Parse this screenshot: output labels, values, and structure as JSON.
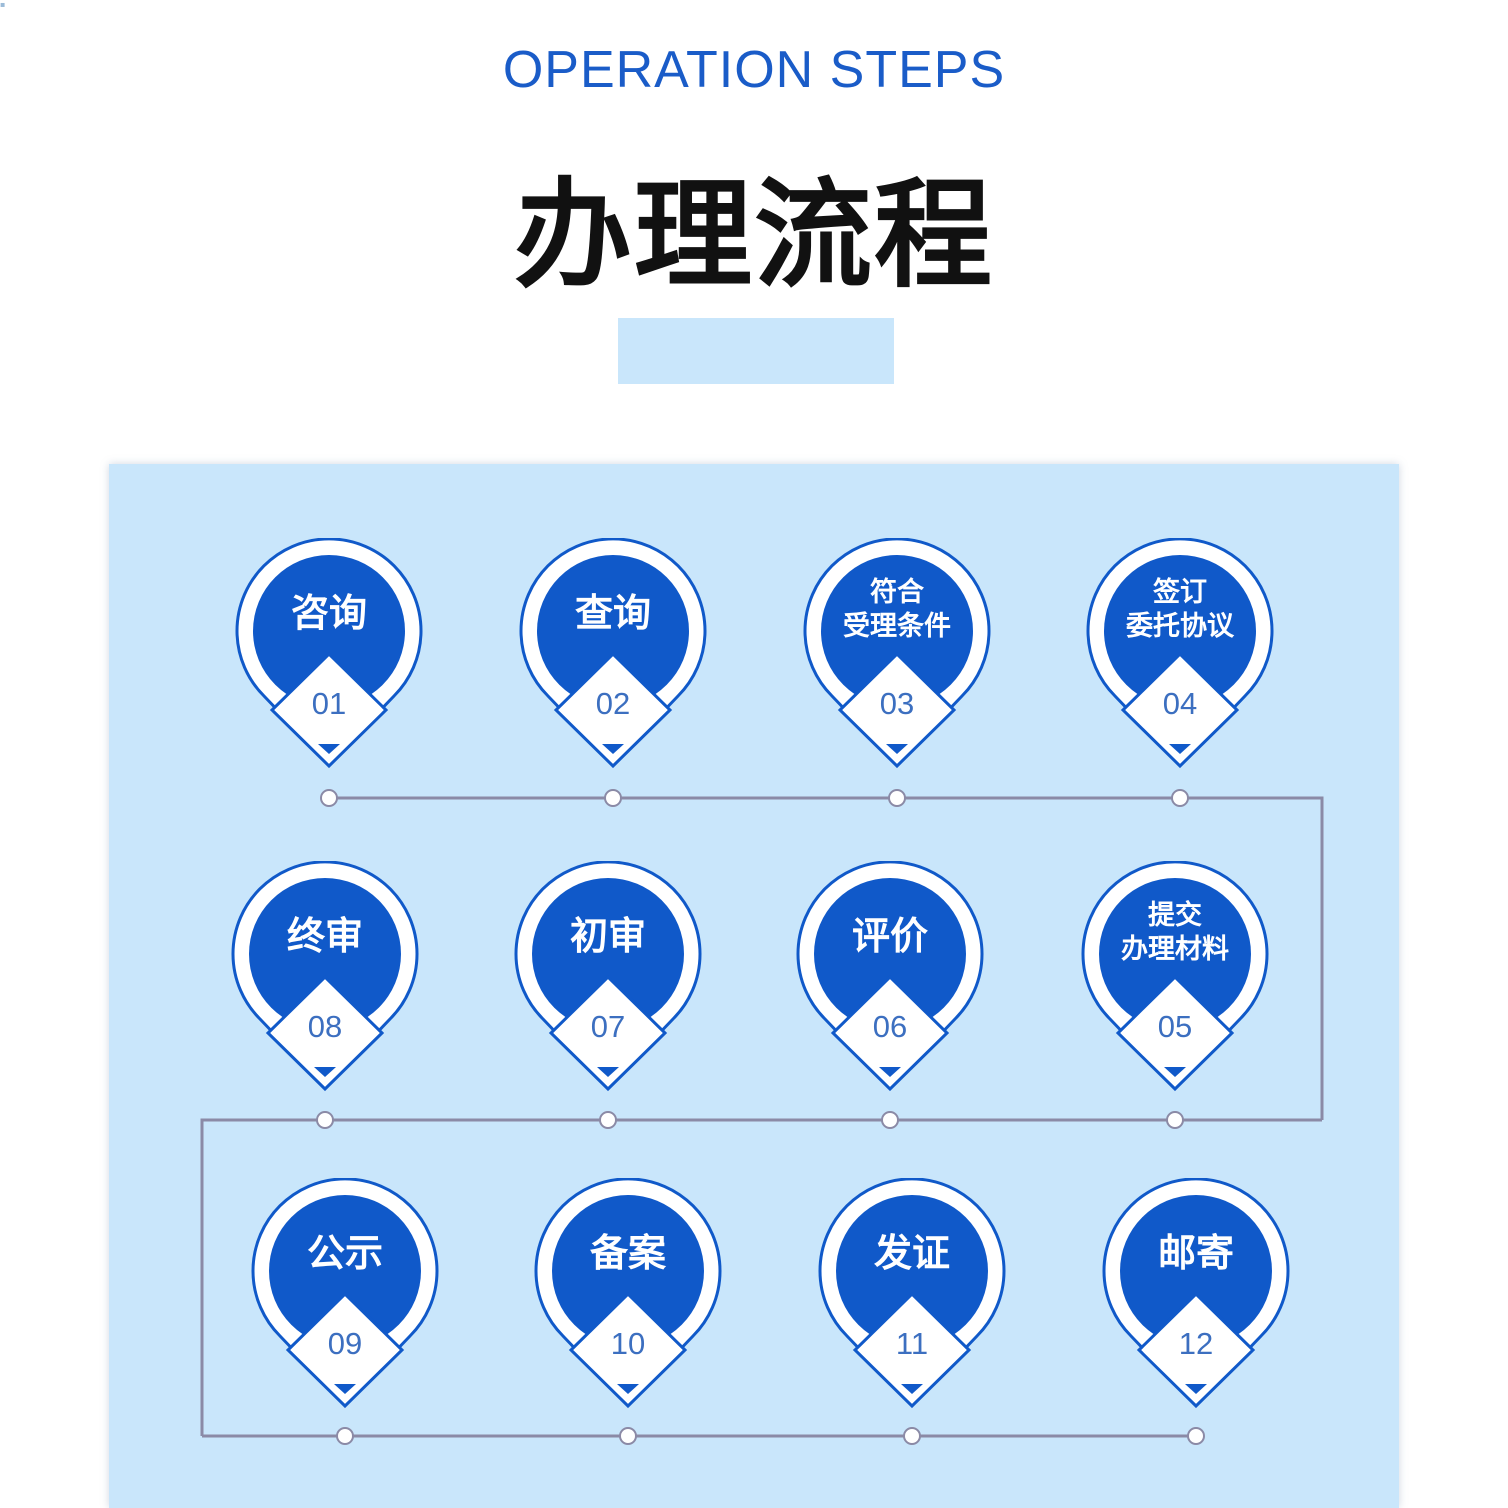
{
  "header": {
    "en_title": "OPERATION STEPS",
    "cn_title": "办理流程"
  },
  "colors": {
    "accent": "#1a5cc8",
    "disc": "#1059c9",
    "panel": "#c9e6fb",
    "number": "#3c6fc0",
    "connector": "#8b8aa6"
  },
  "steps": [
    {
      "label": "咨询",
      "num": "01"
    },
    {
      "label": "查询",
      "num": "02"
    },
    {
      "label": "符合\n受理条件",
      "num": "03"
    },
    {
      "label": "签订\n委托协议",
      "num": "04"
    },
    {
      "label": "提交\n办理材料",
      "num": "05"
    },
    {
      "label": "评价",
      "num": "06"
    },
    {
      "label": "初审",
      "num": "07"
    },
    {
      "label": "终审",
      "num": "08"
    },
    {
      "label": "公示",
      "num": "09"
    },
    {
      "label": "备案",
      "num": "10"
    },
    {
      "label": "发证",
      "num": "11"
    },
    {
      "label": "邮寄",
      "num": "12"
    }
  ]
}
